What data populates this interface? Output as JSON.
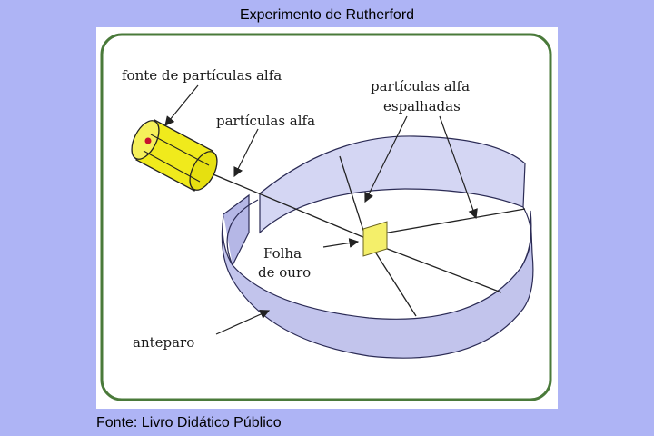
{
  "title": "Experimento de Rutherford",
  "source": "Fonte: Livro Didático Público",
  "diagram": {
    "labels": {
      "source": "fonte de partículas alfa",
      "beam": "partículas alfa",
      "scattered_line1": "partículas alfa",
      "scattered_line2": "espalhadas",
      "foil_line1": "Folha",
      "foil_line2": "de ouro",
      "screen": "anteparo"
    },
    "colors": {
      "frame": "#4a7a3a",
      "screen_fill": "#c7c9ee",
      "screen_stroke": "#2b2b55",
      "foil": "#f4ef6a",
      "source": "#f0ea1c",
      "source_dot": "#c8102e"
    }
  }
}
